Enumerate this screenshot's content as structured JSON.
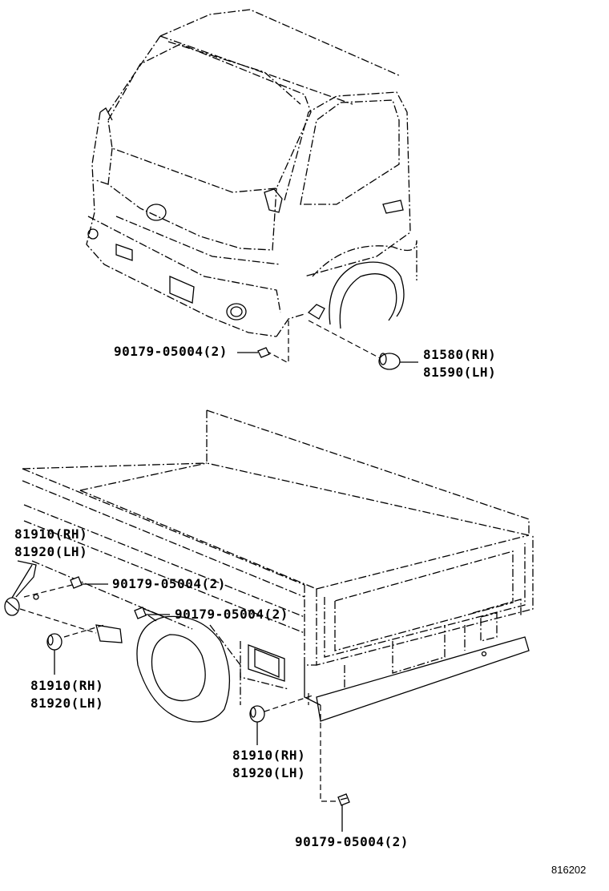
{
  "labels": {
    "clip_top": "90179-05004(2)",
    "cab_lamp_rh": "81580(RH)",
    "cab_lamp_lh": "81590(LH)",
    "side_lamp_upper_rh": "81910(RH)",
    "side_lamp_upper_lh": "81920(LH)",
    "clip_mid_1": "90179-05004(2)",
    "clip_mid_2": "90179-05004(2)",
    "side_lamp_lower_rh": "81910(RH)",
    "side_lamp_lower_lh": "81920(LH)",
    "rear_lamp_rh": "81910(RH)",
    "rear_lamp_lh": "81920(LH)",
    "clip_bottom": "90179-05004(2)"
  },
  "diagram_id": "816202"
}
